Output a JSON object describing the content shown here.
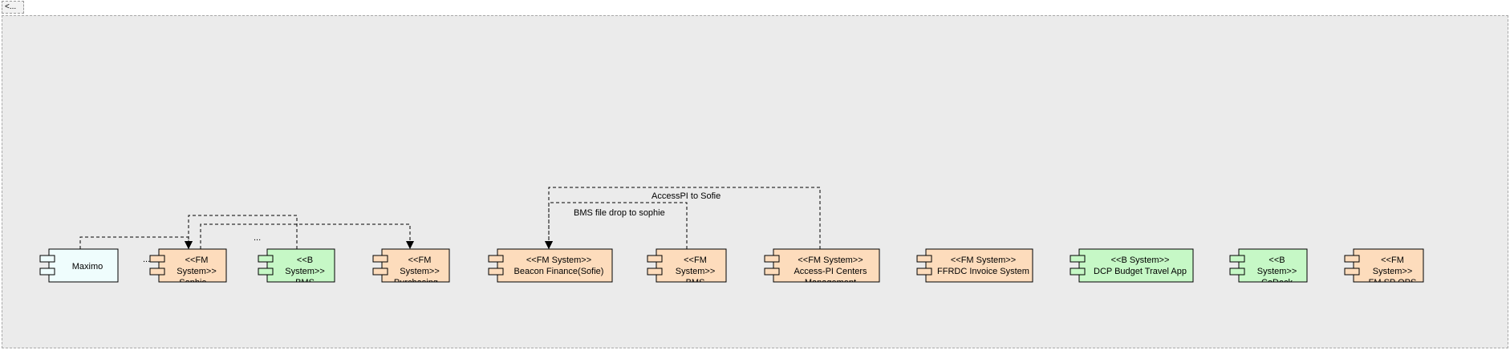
{
  "back_tab": {
    "label": "<..."
  },
  "colors": {
    "fm": "#fddcbc",
    "b": "#c6f8c6",
    "other": "#effdfd",
    "border": "#000000"
  },
  "components": [
    {
      "id": "maximo",
      "kind": "other",
      "lines": [
        "Maximo"
      ]
    },
    {
      "id": "fm1",
      "kind": "fm",
      "lines": [
        "<<FM",
        "System>>",
        "Sophie..."
      ]
    },
    {
      "id": "b1",
      "kind": "b",
      "lines": [
        "<<B",
        "System>>",
        "BMS"
      ]
    },
    {
      "id": "fm2",
      "kind": "fm",
      "lines": [
        "<<FM",
        "System>>",
        "Purchasing..."
      ]
    },
    {
      "id": "beacon",
      "kind": "fm",
      "lines": [
        "<<FM System>>",
        "Beacon Finance(Sofie)"
      ]
    },
    {
      "id": "fm3",
      "kind": "fm",
      "lines": [
        "<<FM",
        "System>>",
        "BMS"
      ]
    },
    {
      "id": "accesspi",
      "kind": "fm",
      "lines": [
        "<<FM System>>",
        "Access-PI Centers",
        "Management"
      ]
    },
    {
      "id": "ffrdc",
      "kind": "fm",
      "lines": [
        "<<FM System>>",
        "FFRDC Invoice System"
      ]
    },
    {
      "id": "dcp",
      "kind": "b",
      "lines": [
        "<<B System>>",
        "DCP Budget Travel App"
      ]
    },
    {
      "id": "b2",
      "kind": "b",
      "lines": [
        "<<B",
        "System>>",
        "CoDeck"
      ]
    },
    {
      "id": "fm4",
      "kind": "fm",
      "lines": [
        "<<FM",
        "System>>",
        "FM SP OPS"
      ]
    }
  ],
  "connectors": [
    {
      "id": "c1",
      "label": ""
    },
    {
      "id": "c2",
      "label": ""
    },
    {
      "id": "c3",
      "label": ""
    },
    {
      "id": "c4",
      "label": "AccessPI to Sofie"
    },
    {
      "id": "c5",
      "label": "BMS file drop to sophie"
    }
  ],
  "ellipsis_labels": [
    "...",
    "..."
  ]
}
